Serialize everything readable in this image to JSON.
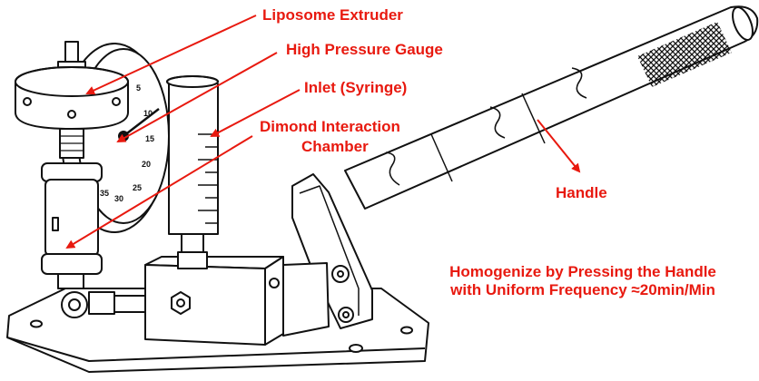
{
  "labels": {
    "liposome_extruder": "Liposome Extruder",
    "high_pressure_gauge": "High Pressure Gauge",
    "inlet_syringe": "Inlet (Syringe)",
    "interaction_chamber_line1": "Dimond Interaction",
    "interaction_chamber_line2": "Chamber",
    "handle": "Handle"
  },
  "note": {
    "line1": "Homogenize by Pressing the Handle",
    "line2": "with Uniform Frequency ≈20min/Min"
  },
  "gauge_ticks": [
    "5",
    "10",
    "15",
    "20",
    "25",
    "30",
    "35"
  ],
  "colors": {
    "annotation": "#e8190f",
    "line_art": "#111111",
    "background": "#ffffff"
  }
}
